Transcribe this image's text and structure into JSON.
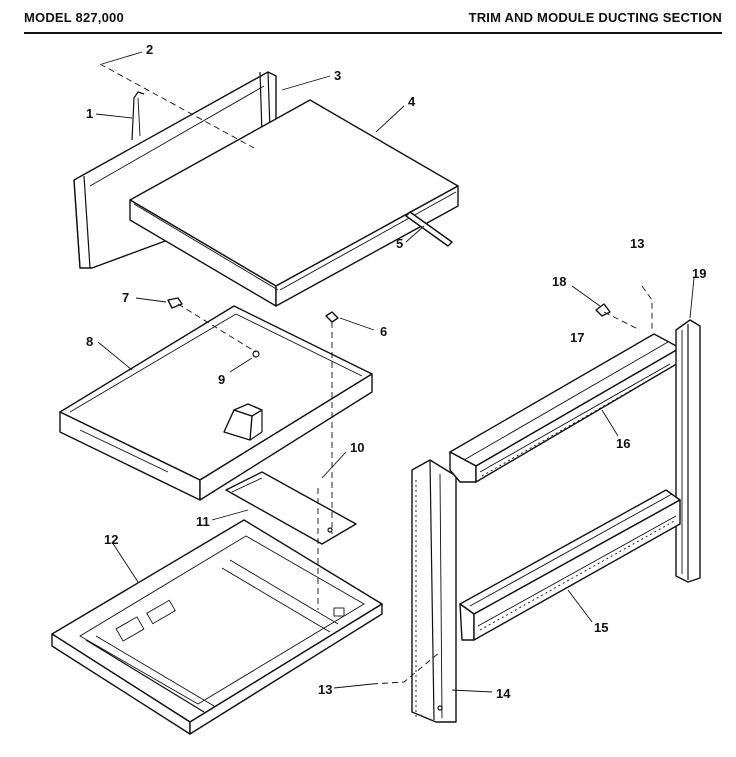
{
  "header": {
    "model": "MODEL 827,000",
    "section": "TRIM AND MODULE DUCTING SECTION"
  },
  "callouts": {
    "c1": "1",
    "c2": "2",
    "c3": "3",
    "c4": "4",
    "c5": "5",
    "c6": "6",
    "c7": "7",
    "c8": "8",
    "c9": "9",
    "c10": "10",
    "c11": "11",
    "c12": "12",
    "c13a": "13",
    "c13b": "13",
    "c14": "14",
    "c15": "15",
    "c16": "16",
    "c17": "17",
    "c18": "18",
    "c19": "19"
  },
  "colors": {
    "ink": "#111111",
    "paper": "#ffffff"
  }
}
